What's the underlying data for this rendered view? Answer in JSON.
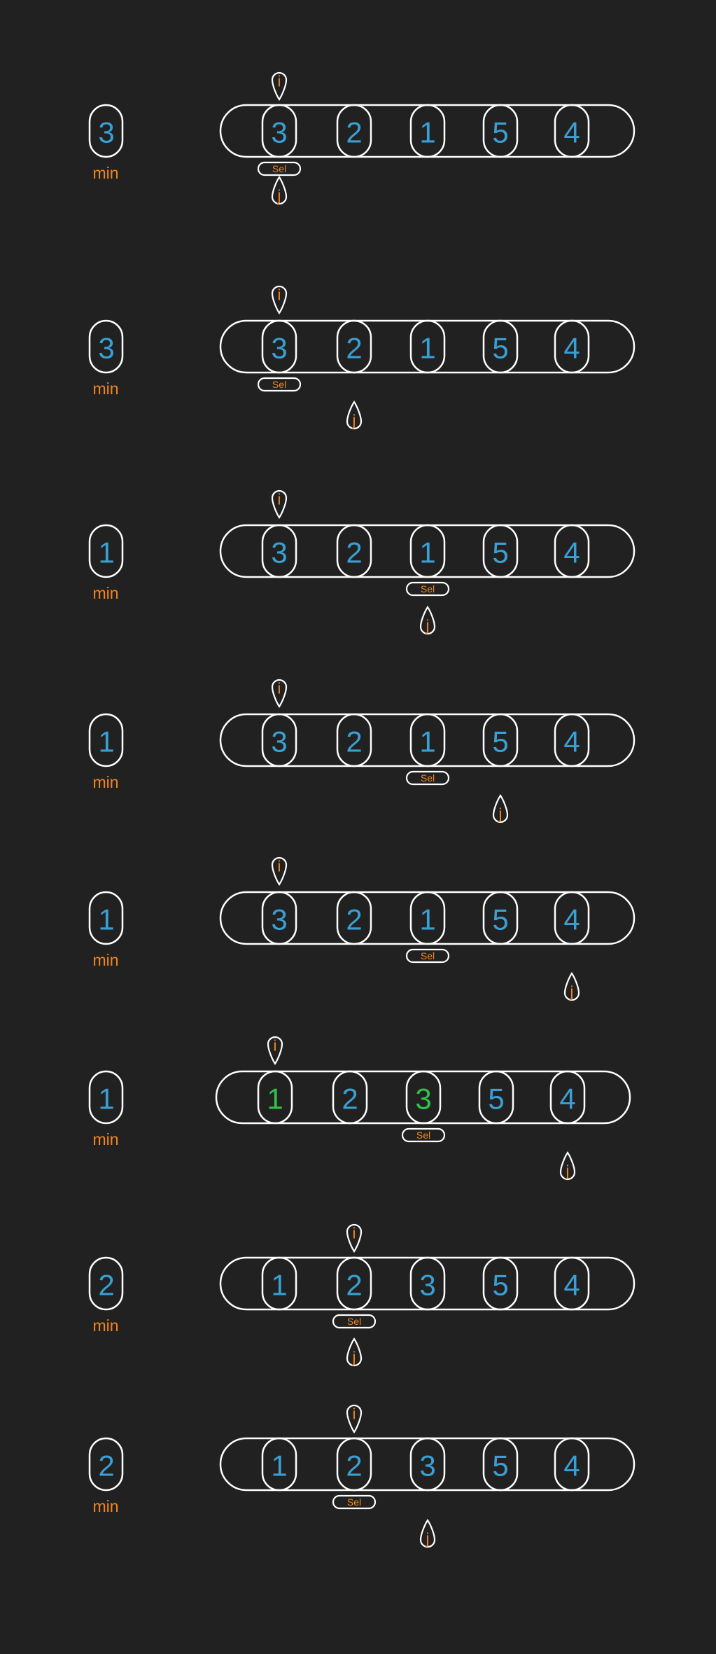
{
  "colors": {
    "background": "#222121",
    "outline": "#ffffff",
    "value": "#3a9fd3",
    "swapped": "#2fc14a",
    "accent": "#f2861f"
  },
  "labels": {
    "min": "min",
    "sel": "Sel",
    "i": "i",
    "j": "j"
  },
  "steps": [
    {
      "values": [
        "3",
        "2",
        "1",
        "5",
        "4"
      ],
      "min": "3",
      "i": 0,
      "sel": 0,
      "j": 0,
      "swapped": []
    },
    {
      "values": [
        "3",
        "2",
        "1",
        "5",
        "4"
      ],
      "min": "3",
      "i": 0,
      "sel": 0,
      "j": 1,
      "swapped": []
    },
    {
      "values": [
        "3",
        "2",
        "1",
        "5",
        "4"
      ],
      "min": "1",
      "i": 0,
      "sel": 2,
      "j": 2,
      "swapped": []
    },
    {
      "values": [
        "3",
        "2",
        "1",
        "5",
        "4"
      ],
      "min": "1",
      "i": 0,
      "sel": 2,
      "j": 3,
      "swapped": []
    },
    {
      "values": [
        "3",
        "2",
        "1",
        "5",
        "4"
      ],
      "min": "1",
      "i": 0,
      "sel": 2,
      "j": 4,
      "swapped": []
    },
    {
      "values": [
        "1",
        "2",
        "3",
        "5",
        "4"
      ],
      "min": "1",
      "i": 0,
      "sel": 2,
      "j": 4,
      "swapped": [
        0,
        2
      ]
    },
    {
      "values": [
        "1",
        "2",
        "3",
        "5",
        "4"
      ],
      "min": "2",
      "i": 1,
      "sel": 1,
      "j": 1,
      "swapped": []
    },
    {
      "values": [
        "1",
        "2",
        "3",
        "5",
        "4"
      ],
      "min": "2",
      "i": 1,
      "sel": 1,
      "j": 2,
      "swapped": []
    }
  ]
}
